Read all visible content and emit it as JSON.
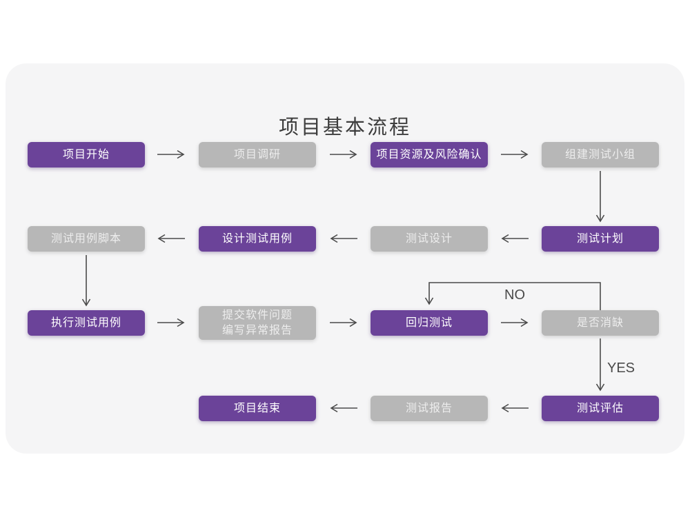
{
  "title": "项目基本流程",
  "colors": {
    "purple": "#6B4399",
    "gray": "#B7B7B7",
    "card_bg": "#F5F5F6",
    "page_bg": "#FFFFFF",
    "arrow": "#4A4A4A",
    "title_color": "#3D3D3D",
    "text_on_purple": "#FFFFFF",
    "text_on_gray": "#EDEDED"
  },
  "nodes": {
    "project_start": {
      "label": "项目开始",
      "type": "purple"
    },
    "project_research": {
      "label": "项目调研",
      "type": "gray"
    },
    "risk_confirm": {
      "label": "项目资源及风险确认",
      "type": "purple"
    },
    "build_team": {
      "label": "组建测试小组",
      "type": "gray"
    },
    "test_case_script": {
      "label": "测试用例脚本",
      "type": "gray"
    },
    "design_test_case": {
      "label": "设计测试用例",
      "type": "purple"
    },
    "test_design": {
      "label": "测试设计",
      "type": "gray"
    },
    "test_plan": {
      "label": "测试计划",
      "type": "purple"
    },
    "exec_test_case": {
      "label": "执行测试用例",
      "type": "purple"
    },
    "submit_report": {
      "line1": "提交软件问题",
      "line2": "编写异常报告",
      "type": "gray"
    },
    "regression_test": {
      "label": "回归测试",
      "type": "purple"
    },
    "defect_cleared": {
      "label": "是否消缺",
      "type": "gray"
    },
    "test_evaluate": {
      "label": "测试评估",
      "type": "purple"
    },
    "test_report": {
      "label": "测试报告",
      "type": "gray"
    },
    "project_end": {
      "label": "项目结束",
      "type": "purple"
    }
  },
  "branch_labels": {
    "no": "NO",
    "yes": "YES"
  }
}
